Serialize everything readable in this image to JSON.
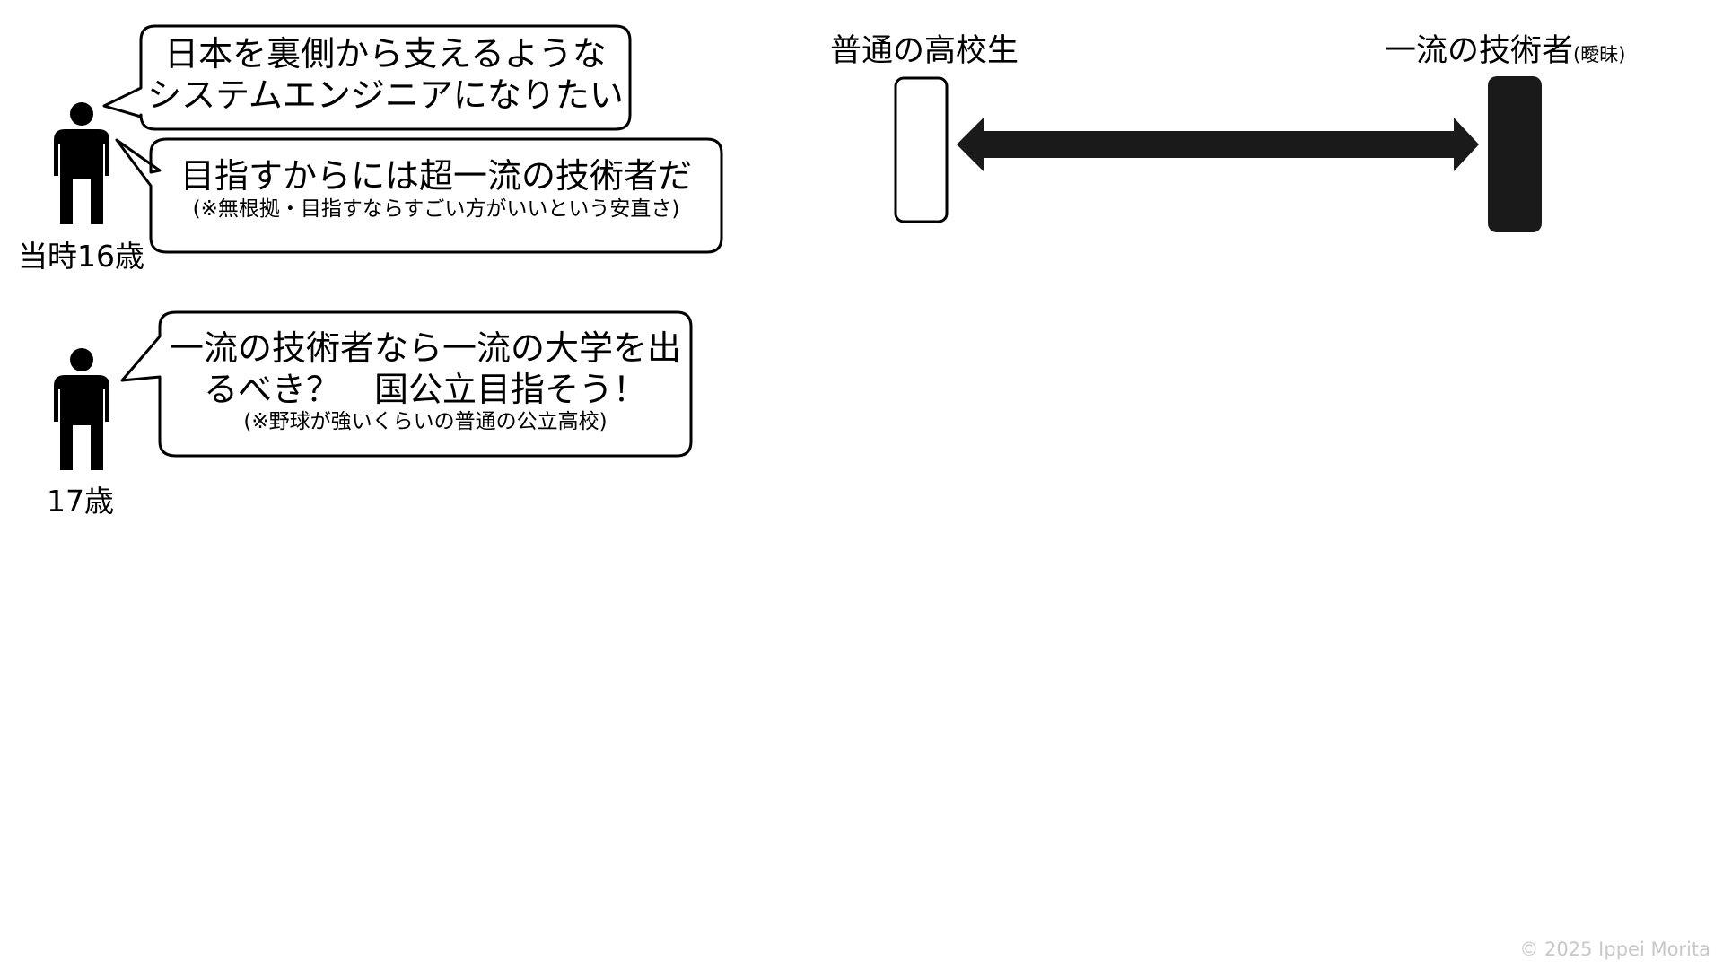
{
  "timeline": [
    {
      "age_label": "当時16歳",
      "bubbles": [
        {
          "lines": [
            "日本を裏側から支えるような",
            "システムエンジニアになりたい"
          ],
          "note": ""
        },
        {
          "lines": [
            "目指すからには超一流の技術者だ"
          ],
          "note": "(※無根拠・目指すならすごい方がいいという安直さ)"
        }
      ]
    },
    {
      "age_label": "17歳",
      "bubbles": [
        {
          "lines": [
            "一流の技術者なら一流の大学を出",
            "るべき？　国公立目指そう！"
          ],
          "note": "(※野球が強いくらいの普通の公立高校)"
        }
      ]
    }
  ],
  "scale": {
    "left_label": "普通の高校生",
    "right_label": "一流の技術者",
    "right_note": "(曖昧)",
    "arrow": "bidirectional"
  },
  "copyright": "© 2025 Ippei Morita",
  "colors": {
    "fill_dark": "#1a1a1a",
    "stroke": "#000000",
    "copyright": "#c8c8c8"
  }
}
